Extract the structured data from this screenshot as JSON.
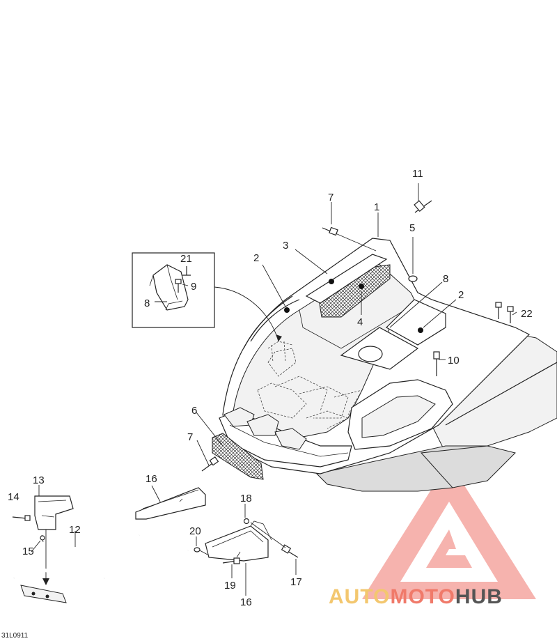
{
  "diagram": {
    "code": "31L0911",
    "parts": [
      {
        "id": "p1",
        "label": "1"
      },
      {
        "id": "p2a",
        "label": "2"
      },
      {
        "id": "p2b",
        "label": "2"
      },
      {
        "id": "p3",
        "label": "3"
      },
      {
        "id": "p4",
        "label": "4"
      },
      {
        "id": "p5",
        "label": "5"
      },
      {
        "id": "p6",
        "label": "6"
      },
      {
        "id": "p7a",
        "label": "7"
      },
      {
        "id": "p7b",
        "label": "7"
      },
      {
        "id": "p8a",
        "label": "8"
      },
      {
        "id": "p8b",
        "label": "8"
      },
      {
        "id": "p9",
        "label": "9"
      },
      {
        "id": "p10",
        "label": "10"
      },
      {
        "id": "p11",
        "label": "11"
      },
      {
        "id": "p12",
        "label": "12"
      },
      {
        "id": "p13",
        "label": "13"
      },
      {
        "id": "p14",
        "label": "14"
      },
      {
        "id": "p15",
        "label": "15"
      },
      {
        "id": "p16a",
        "label": "16"
      },
      {
        "id": "p16b",
        "label": "16"
      },
      {
        "id": "p17",
        "label": "17"
      },
      {
        "id": "p18",
        "label": "18"
      },
      {
        "id": "p19",
        "label": "19"
      },
      {
        "id": "p20",
        "label": "20"
      },
      {
        "id": "p21",
        "label": "21"
      },
      {
        "id": "p22",
        "label": "22"
      }
    ]
  },
  "watermark": {
    "auto": "AUTO",
    "moto": "MOTO",
    "hub": "HUB",
    "accent_color": "#f07a6a",
    "secondary_color": "#f3c76f",
    "text_color": "#555555"
  }
}
